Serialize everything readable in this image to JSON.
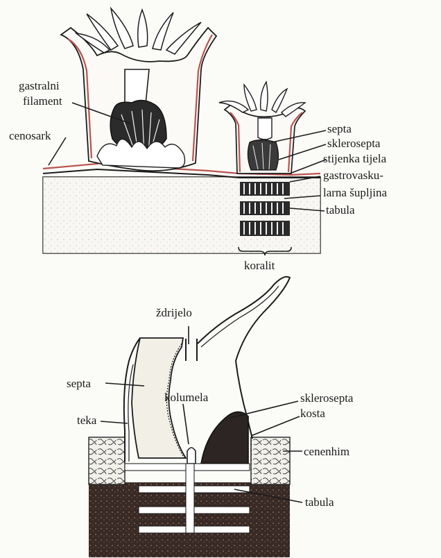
{
  "upper": {
    "labels": {
      "gastral_line1": "gastralni",
      "gastral_line2": "filament",
      "cenosark": "cenosark",
      "septa": "septa",
      "sklerosepta": "sklerosepta",
      "stijenka": "stijenka tijela",
      "gastro_line1": "gastrovasku-",
      "gastro_line2": "larna šupljina",
      "tabula": "tabula",
      "koralit": "koralit"
    }
  },
  "lower": {
    "labels": {
      "zdrijelo": "ždrijelo",
      "septa": "septa",
      "kolumela": "kolumela",
      "sklerosepta": "sklerosepta",
      "kosta": "kosta",
      "teka": "teka",
      "cenenhim": "cenenhim",
      "tabula": "tabula"
    }
  }
}
